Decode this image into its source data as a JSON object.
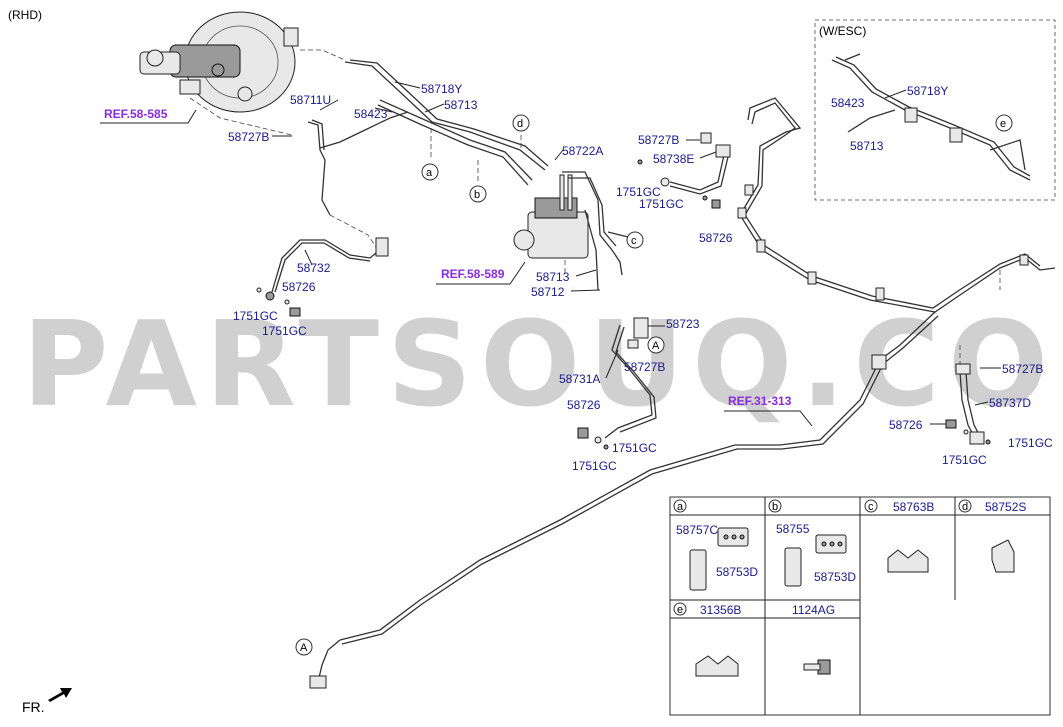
{
  "variant_label": "(RHD)",
  "esc_label": "(W/ESC)",
  "watermark": "PARTSOUQ.COM",
  "direction_label": "FR.",
  "refs": [
    "REF.58-585",
    "REF.58-589",
    "REF.31-313"
  ],
  "callouts": {
    "a": "a",
    "b": "b",
    "c": "c",
    "d": "d",
    "e": "e",
    "A": "A"
  },
  "part_labels": {
    "p58718Y_main": "58718Y",
    "p58713_main": "58713",
    "p58711U": "58711U",
    "p58423_main": "58423",
    "p58727B_left": "58727B",
    "p58732": "58732",
    "p58726_left": "58726",
    "p1751GC_left1": "1751GC",
    "p1751GC_left2": "1751GC",
    "p58722A": "58722A",
    "p58713_mid": "58713",
    "p58712": "58712",
    "p58727B_top": "58727B",
    "p58738E": "58738E",
    "p1751GC_top1": "1751GC",
    "p1751GC_top2": "1751GC",
    "p58726_top": "58726",
    "p58723": "58723",
    "p58727B_mid": "58727B",
    "p58731A": "58731A",
    "p58726_mid": "58726",
    "p1751GC_mid1": "1751GC",
    "p1751GC_mid2": "1751GC",
    "p58718Y_esc": "58718Y",
    "p58423_esc": "58423",
    "p58713_esc": "58713",
    "p58727B_right": "58727B",
    "p58737D": "58737D",
    "p58726_right": "58726",
    "p1751GC_right1": "1751GC",
    "p1751GC_right2": "1751GC"
  },
  "table": {
    "headers": [
      {
        "key": "a",
        "part": ""
      },
      {
        "key": "b",
        "part": ""
      },
      {
        "key": "c",
        "part": "58763B"
      },
      {
        "key": "d",
        "part": "58752S"
      },
      {
        "key": "e",
        "part": "31356B"
      },
      {
        "key": "",
        "part": "1124AG"
      }
    ],
    "cell_a": {
      "top": "58757C",
      "bottom": "58753D"
    },
    "cell_b": {
      "top": "58755",
      "bottom": "58753D"
    }
  }
}
